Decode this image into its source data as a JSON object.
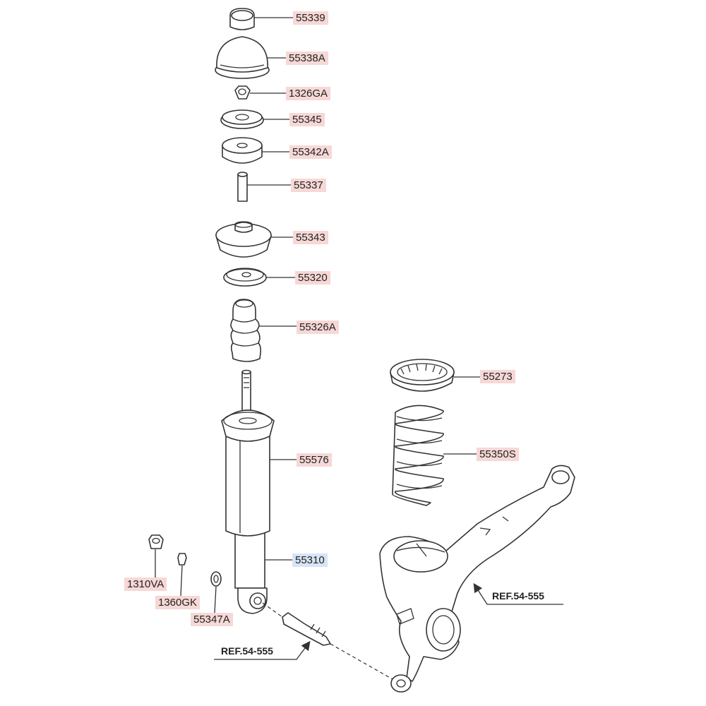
{
  "diagram": {
    "part_labels": {
      "p55339": "55339",
      "p55338A": "55338A",
      "p1326GA": "1326GA",
      "p55345": "55345",
      "p55342A": "55342A",
      "p55337": "55337",
      "p55343": "55343",
      "p55320": "55320",
      "p55326A": "55326A",
      "p55273": "55273",
      "p55350S": "55350S",
      "p55576": "55576",
      "p55310": "55310",
      "p1310VA": "1310VA",
      "p1360GK": "1360GK",
      "p55347A": "55347A"
    },
    "selected_part": "55310",
    "ref_labels": {
      "upper_arm_ref": "REF.54-555",
      "bolt_ref": "REF.54-555"
    },
    "colors": {
      "label_highlight": "#f6d8d6",
      "selected_highlight": "#d6e4f6",
      "line": "#333333"
    }
  }
}
